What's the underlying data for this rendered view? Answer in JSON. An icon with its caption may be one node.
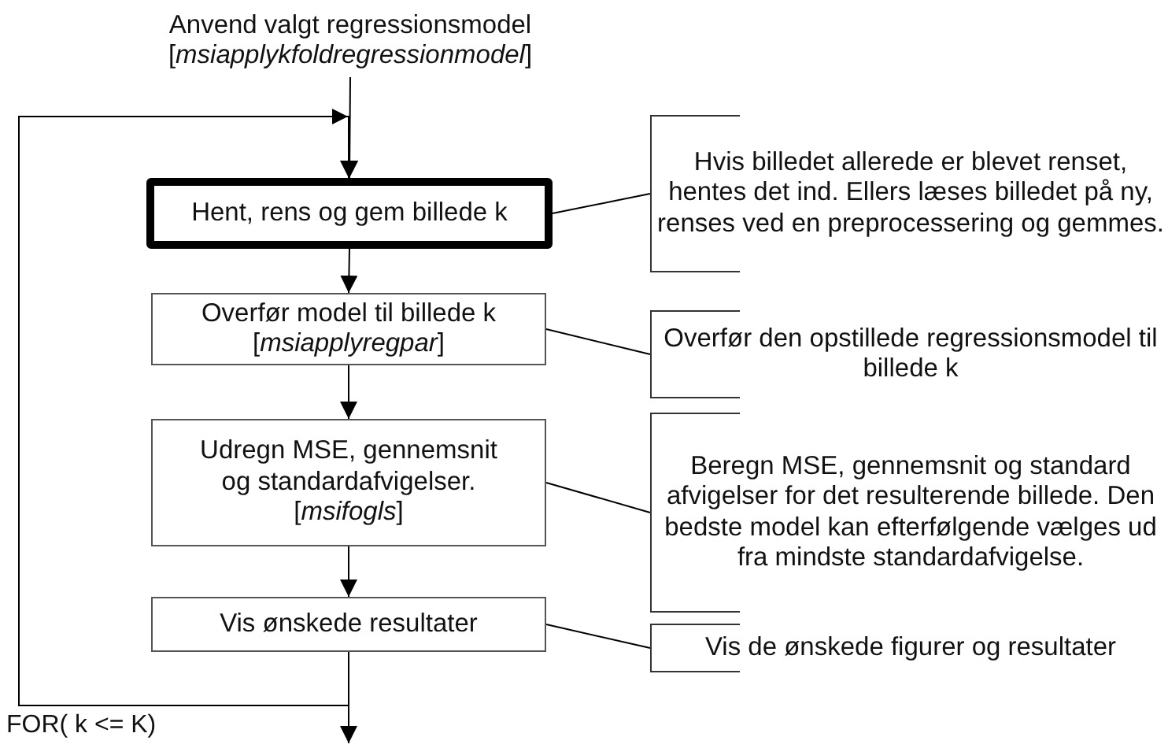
{
  "diagram": {
    "nodes": [
      {
        "text": [
          "Anvend valgt regressionsmodel [*msiapplykfoldregressionmodel*]"
        ]
      },
      {
        "text": [
          "Hent, rens og gem billede k"
        ]
      },
      {
        "text": [
          "Overfør model til billede k [*msiapplyregpar*]"
        ]
      },
      {
        "text": [
          "Udregn MSE, gennemsnit og standardafvigelser. [*msifogls*]"
        ]
      },
      {
        "text": [
          "Vis ønskede resultater"
        ]
      },
      {
        "text": [
          "Hvis billedet allerede er blevet renset, hentes det ind. Ellers læses billedet på ny, renses ved en preprocessering og gemmes."
        ]
      },
      {
        "text": [
          "Overfør den opstillede regressionsmodel til billede k"
        ]
      },
      {
        "text": [
          "Beregn MSE, gennemsnit og standard afvigelser for det resulterende billede. Den bedste model kan efterfølgende vælges ud fra mindste standardafvigelse."
        ]
      },
      {
        "text": [
          "Vis de ønskede figurer og resultater"
        ]
      }
    ],
    "edges": [
      {
        "from": 0,
        "to": 1,
        "arrow": "to"
      },
      {
        "from": 1,
        "to": 2,
        "arrow": "to"
      },
      {
        "from": 2,
        "to": 3,
        "arrow": "to"
      },
      {
        "from": 3,
        "to": 4,
        "arrow": "to"
      },
      {
        "from": 4,
        "to": null,
        "arrow": "to"
      },
      {
        "from": 4,
        "to": 1,
        "arrow": "to",
        "label": "FOR( k <= K)"
      },
      {
        "from": 1,
        "to": 5,
        "arrow": "none"
      },
      {
        "from": 2,
        "to": 6,
        "arrow": "none"
      },
      {
        "from": 3,
        "to": 7,
        "arrow": "none"
      },
      {
        "from": 4,
        "to": 8,
        "arrow": "none"
      }
    ]
  }
}
